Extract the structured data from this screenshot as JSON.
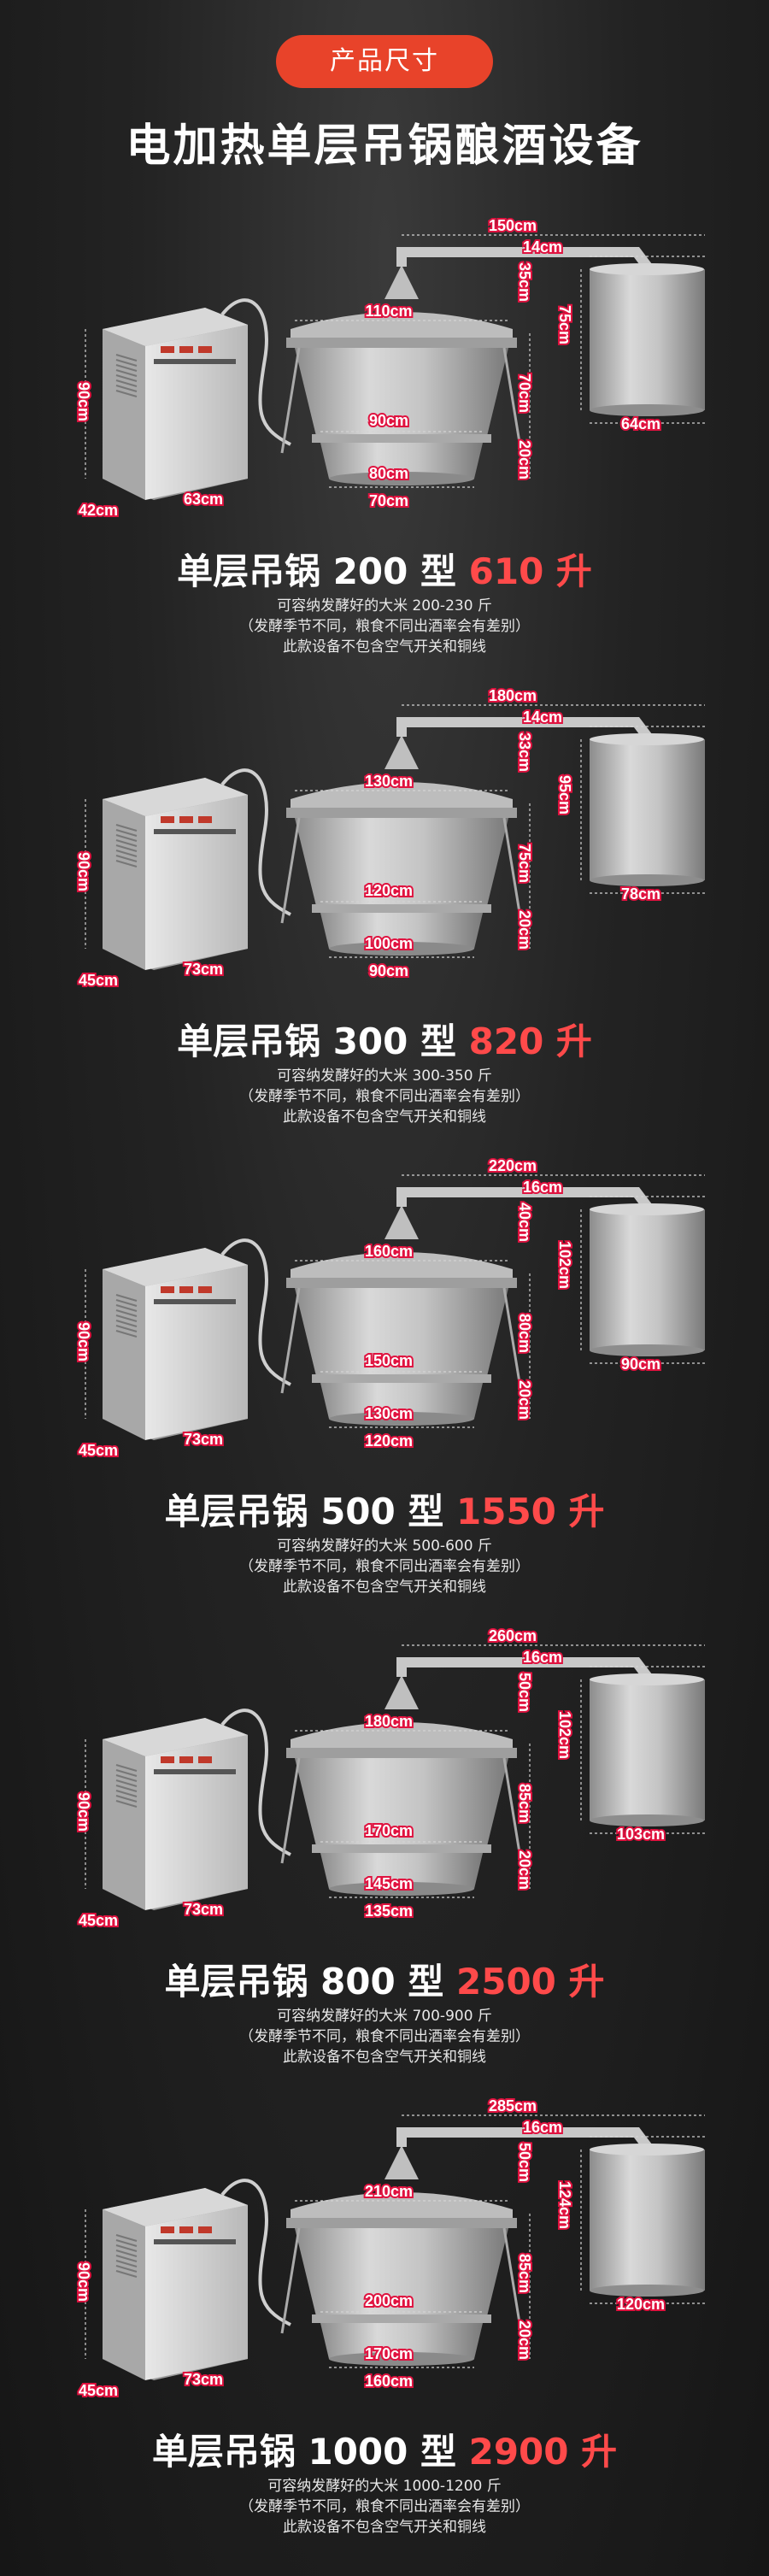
{
  "header": {
    "badge": "产品尺寸",
    "title": "电加热单层吊锅酿酒设备"
  },
  "colors": {
    "badge": "#e8432a",
    "capacity": "#ff4a4a",
    "dim_outline": "#e0123f"
  },
  "models": [
    {
      "name": "单层吊锅 200 型",
      "capacity": "610 升",
      "note1": "可容纳发酵好的大米 200-230 斤",
      "note2": "（发酵季节不同，粮食不同出酒率会有差别）",
      "note3": "此款设备不包含空气开关和铜线",
      "dims": {
        "box_h": "90cm",
        "box_d": "42cm",
        "box_w": "63cm",
        "top_w": "150cm",
        "pipe": "14cm",
        "cover_h": "35cm",
        "cooler_h": "75cm",
        "cooler_w": "64cm",
        "pot_top": "110cm",
        "pot_h": "70cm",
        "pot_mid": "90cm",
        "base_h": "20cm",
        "base_top": "80cm",
        "base_bot": "70cm"
      }
    },
    {
      "name": "单层吊锅 300 型",
      "capacity": "820 升",
      "note1": "可容纳发酵好的大米 300-350 斤",
      "note2": "（发酵季节不同，粮食不同出酒率会有差别）",
      "note3": "此款设备不包含空气开关和铜线",
      "dims": {
        "box_h": "90cm",
        "box_d": "45cm",
        "box_w": "73cm",
        "top_w": "180cm",
        "pipe": "14cm",
        "cover_h": "33cm",
        "cooler_h": "95cm",
        "cooler_w": "78cm",
        "pot_top": "130cm",
        "pot_h": "75cm",
        "pot_mid": "120cm",
        "base_h": "20cm",
        "base_top": "100cm",
        "base_bot": "90cm"
      }
    },
    {
      "name": "单层吊锅 500 型",
      "capacity": "1550 升",
      "note1": "可容纳发酵好的大米 500-600 斤",
      "note2": "（发酵季节不同，粮食不同出酒率会有差别）",
      "note3": "此款设备不包含空气开关和铜线",
      "dims": {
        "box_h": "90cm",
        "box_d": "45cm",
        "box_w": "73cm",
        "top_w": "220cm",
        "pipe": "16cm",
        "cover_h": "40cm",
        "cooler_h": "102cm",
        "cooler_w": "90cm",
        "pot_top": "160cm",
        "pot_h": "80cm",
        "pot_mid": "150cm",
        "base_h": "20cm",
        "base_top": "130cm",
        "base_bot": "120cm"
      }
    },
    {
      "name": "单层吊锅 800 型",
      "capacity": "2500 升",
      "note1": "可容纳发酵好的大米 700-900 斤",
      "note2": "（发酵季节不同，粮食不同出酒率会有差别）",
      "note3": "此款设备不包含空气开关和铜线",
      "dims": {
        "box_h": "90cm",
        "box_d": "45cm",
        "box_w": "73cm",
        "top_w": "260cm",
        "pipe": "16cm",
        "cover_h": "50cm",
        "cooler_h": "102cm",
        "cooler_w": "103cm",
        "pot_top": "180cm",
        "pot_h": "85cm",
        "pot_mid": "170cm",
        "base_h": "20cm",
        "base_top": "145cm",
        "base_bot": "135cm"
      }
    },
    {
      "name": "单层吊锅 1000 型",
      "capacity": "2900 升",
      "note1": "可容纳发酵好的大米 1000-1200 斤",
      "note2": "（发酵季节不同，粮食不同出酒率会有差别）",
      "note3": "此款设备不包含空气开关和铜线",
      "dims": {
        "box_h": "90cm",
        "box_d": "45cm",
        "box_w": "73cm",
        "top_w": "285cm",
        "pipe": "16cm",
        "cover_h": "50cm",
        "cooler_h": "124cm",
        "cooler_w": "120cm",
        "pot_top": "210cm",
        "pot_h": "85cm",
        "pot_mid": "200cm",
        "base_h": "20cm",
        "base_top": "170cm",
        "base_bot": "160cm"
      }
    }
  ]
}
